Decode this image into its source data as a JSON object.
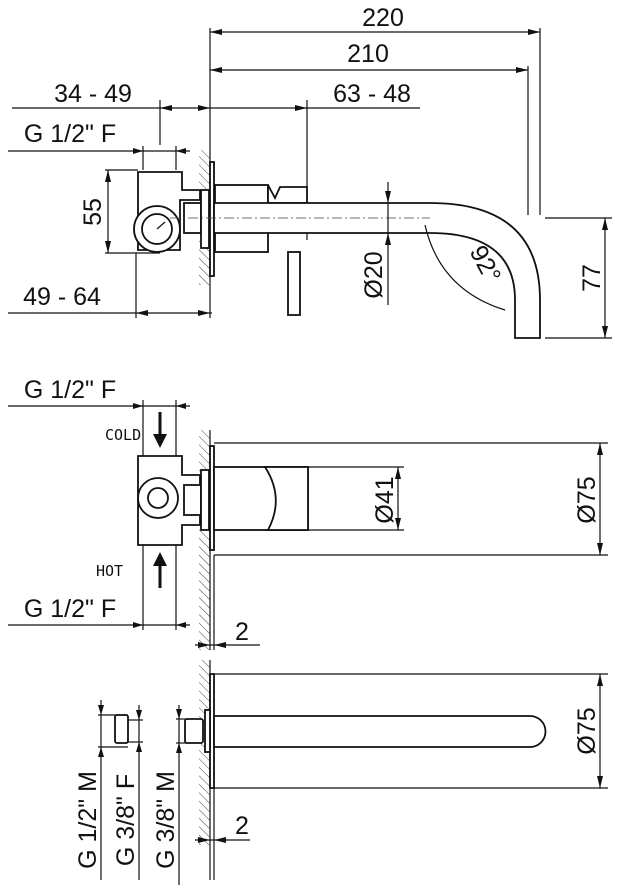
{
  "dimensions": {
    "top": {
      "overall": "220",
      "spout_length": "210",
      "box_depth_range": "34 - 49",
      "handle_range": "63 - 48",
      "inlet": "G 1/2\" F",
      "box_height": "55",
      "wall_depth_range": "49 - 64",
      "spout_diameter": "Ø20",
      "angle": "92°",
      "spout_drop": "77"
    },
    "middle": {
      "inlet_top": "G 1/2\" F",
      "cold_label": "COLD",
      "hot_label": "HOT",
      "inlet_bottom": "G 1/2\" F",
      "handle_diameter": "Ø41",
      "plate_diameter": "Ø75",
      "plate_thickness": "2"
    },
    "bottom": {
      "thread_1": "G 1/2\" M",
      "thread_2": "G 3/8\" F",
      "thread_3": "G 3/8\" M",
      "plate_diameter": "Ø75",
      "plate_thickness": "2"
    }
  }
}
